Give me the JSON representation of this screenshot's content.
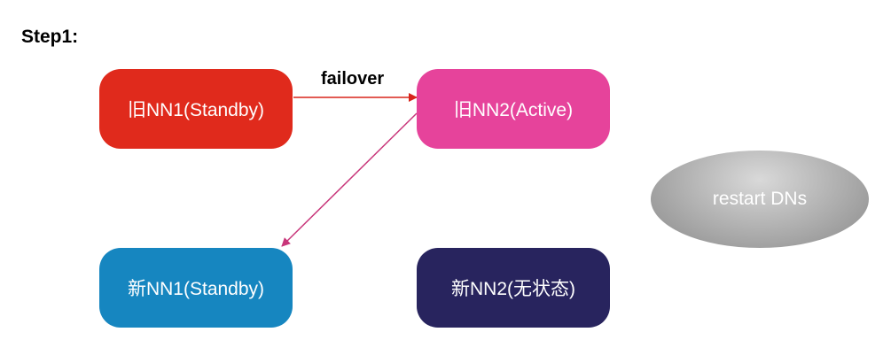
{
  "title": "Step1:",
  "nodes": {
    "old_nn1": "旧NN1(Standby)",
    "old_nn2": "旧NN2(Active)",
    "new_nn1": "新NN1(Standby)",
    "new_nn2": "新NN2(无状态)",
    "restart": "restart DNs"
  },
  "edges": {
    "failover_label": "failover"
  },
  "colors": {
    "old_nn1": "#e02a1c",
    "old_nn2": "#e6439b",
    "new_nn1": "#1686c0",
    "new_nn2": "#28245e",
    "arrow_failover": "#d8251b",
    "arrow_diagonal": "#c8367a",
    "restart_ellipse": "#9a9a9a"
  }
}
